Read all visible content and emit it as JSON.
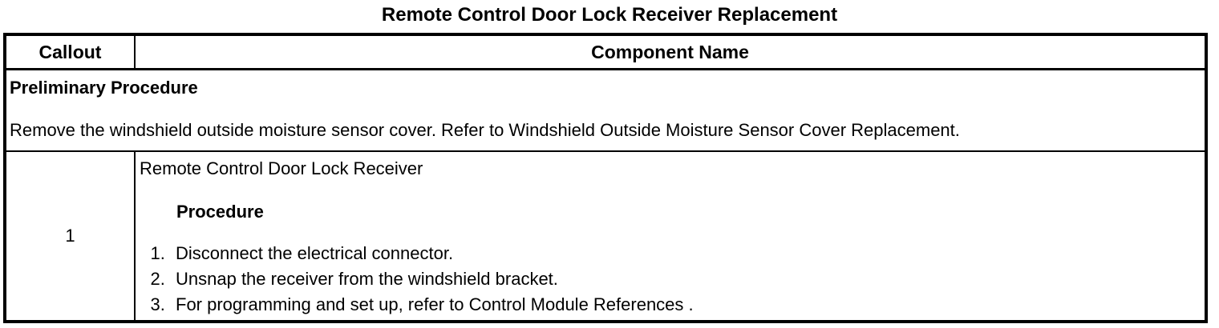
{
  "page": {
    "title": "Remote Control Door Lock Receiver Replacement"
  },
  "table": {
    "headers": [
      "Callout",
      "Component Name"
    ],
    "preliminary": {
      "heading": "Preliminary Procedure",
      "text": "Remove the windshield outside moisture sensor cover. Refer to Windshield Outside Moisture Sensor Cover Replacement."
    },
    "rows": [
      {
        "callout": "1",
        "component": "Remote Control Door Lock Receiver",
        "procedure_heading": "Procedure",
        "steps": [
          "Disconnect the electrical connector.",
          "Unsnap the receiver from the windshield bracket.",
          "For programming and set up, refer to Control Module References ."
        ]
      }
    ]
  },
  "colors": {
    "text": "#000000",
    "background": "#ffffff",
    "border": "#000000"
  }
}
